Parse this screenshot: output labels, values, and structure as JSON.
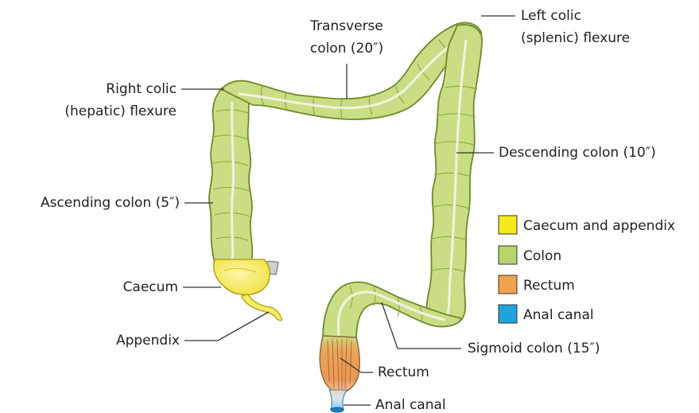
{
  "labels": {
    "transverse_line1": "Transverse",
    "transverse_line2": "colon (20″)",
    "left_flexure_line1": "Left colic",
    "left_flexure_line2": "(splenic) flexure",
    "right_flexure_line1": "Right colic",
    "right_flexure_line2": "(hepatic) flexure",
    "descending": "Descending colon (10″)",
    "ascending": "Ascending colon (5″)",
    "caecum": "Caecum",
    "appendix": "Appendix",
    "sigmoid": "Sigmoid colon (15″)",
    "rectum": "Rectum",
    "anal_canal": "Anal canal"
  },
  "legend": [
    {
      "label": "Caecum and appendix",
      "color": "#f5e81c"
    },
    {
      "label": "Colon",
      "color": "#b9d46a"
    },
    {
      "label": "Rectum",
      "color": "#f0a24c"
    },
    {
      "label": "Anal canal",
      "color": "#1ea6dc"
    }
  ],
  "colors": {
    "colon_fill": "#c9de84",
    "colon_stroke": "#6f8a2a",
    "colon_shade": "#a8c45a",
    "caecum_fill": "#f6ec62",
    "caecum_stroke": "#b5a41a",
    "rectum_fill": "#e89a55",
    "anal_fill": "#9fd3ec",
    "ileum_fill": "#c9c9c9",
    "vessel": "#f3f1e2"
  }
}
